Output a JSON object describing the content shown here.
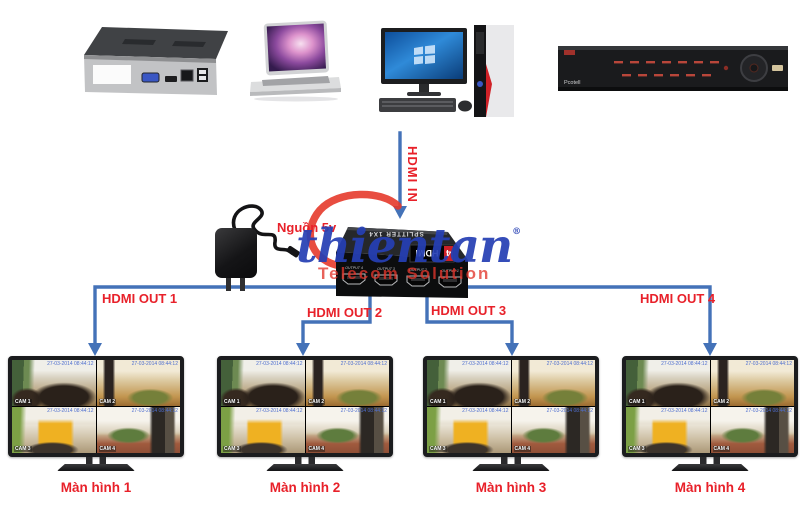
{
  "diagram": {
    "hdmi_in_label": "HDMI IN",
    "hdmi_out_labels": [
      "HDMI OUT 1",
      "HDMI OUT 2",
      "HDMI OUT 3",
      "HDMI OUT 4"
    ],
    "power_label": "Nguồn 5v",
    "monitor_labels": [
      "Màn hình 1",
      "Màn hình 2",
      "Màn hình 3",
      "Màn hình 4"
    ]
  },
  "splitter": {
    "top_text": "SPLITTER 1X4",
    "port_labels": [
      "OUTPUT 4",
      "OUTPUT 3",
      "OUTPUT 2",
      "OUTPUT 1"
    ],
    "logo_num": "4",
    "logo_text": "HDMI"
  },
  "watermark": {
    "brand": "thientan",
    "reg_mark": "®",
    "subtitle": "Telecom Solution"
  },
  "dvr": {
    "logo": "Pcotell"
  },
  "screen": {
    "timestamp": "27-03-2014 08:44:12",
    "cams": [
      {
        "label": "CAM 1"
      },
      {
        "label": "CAM 2"
      },
      {
        "label": "CAM 3"
      },
      {
        "label": "CAM 4"
      }
    ]
  },
  "colors": {
    "label_red": "#e8212a",
    "line_blue": "#4472b8",
    "watermark_blue": "#2640b4",
    "watermark_red": "#e2362b"
  }
}
